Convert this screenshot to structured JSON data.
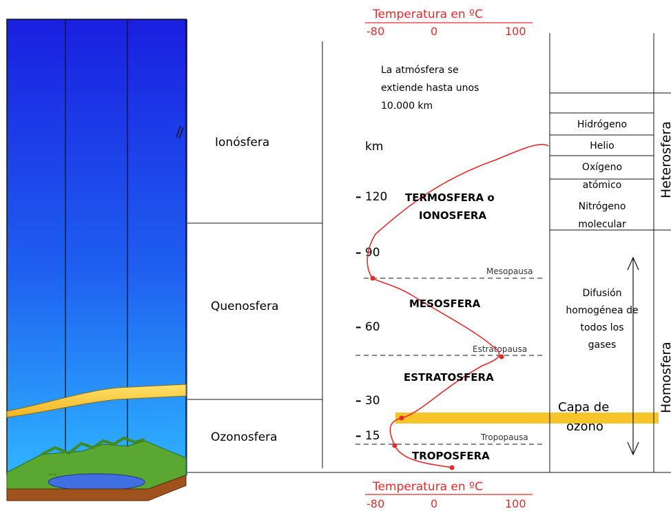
{
  "temperature_scale": {
    "top": {
      "title": "Temperatura en ºC",
      "ticks": [
        "-80",
        "0",
        "100"
      ]
    },
    "bottom": {
      "title": "Temperatura en ºC",
      "ticks": [
        "-80",
        "0",
        "100"
      ]
    }
  },
  "columns": {
    "ionosfera": "Ionósfera",
    "quenosfera": "Quenosfera",
    "ozonosfera": "Ozonosfera"
  },
  "note": {
    "line1": "La atmósfera se",
    "line2": "extiende hasta unos",
    "line3": "10.000 km"
  },
  "altitude_axis": {
    "unit": "km",
    "ticks": [
      "120",
      "90",
      "60",
      "30",
      "15"
    ]
  },
  "layers": {
    "termosfera_line1": "TERMOSFERA o",
    "termosfera_line2": "IONOSFERA",
    "mesosfera": "MESOSFERA",
    "estratosfera": "ESTRATOSFERA",
    "troposfera": "TROPOSFERA"
  },
  "pauses": {
    "mesopausa": "Mesopausa",
    "estratopausa": "Estratopausa",
    "tropopausa": "Tropopausa"
  },
  "ozone": {
    "line1": "Capa de",
    "line2": "ozono"
  },
  "heterosphere_gases": {
    "hidrogeno": "Hidrógeno",
    "helio": "Helio",
    "oxigeno_line1": "Oxígeno",
    "oxigeno_line2": "atómico",
    "nitrogeno_line1": "Nitrógeno",
    "nitrogeno_line2": "molecular"
  },
  "diffusion": {
    "line1": "Difusión",
    "line2": "homogénea de",
    "line3": "todos los",
    "line4": "gases"
  },
  "regions": {
    "heterosfera": "Heterosfera",
    "homosfera": "Homosfera"
  },
  "colors": {
    "sky_top": "#1a1fe0",
    "sky_bottom": "#2fb5ff",
    "ozone": "#f7c52a",
    "temperature_curve": "#e8292b",
    "ground": "#5aa832",
    "soil": "#a0521d",
    "water": "#3f6fe0"
  }
}
